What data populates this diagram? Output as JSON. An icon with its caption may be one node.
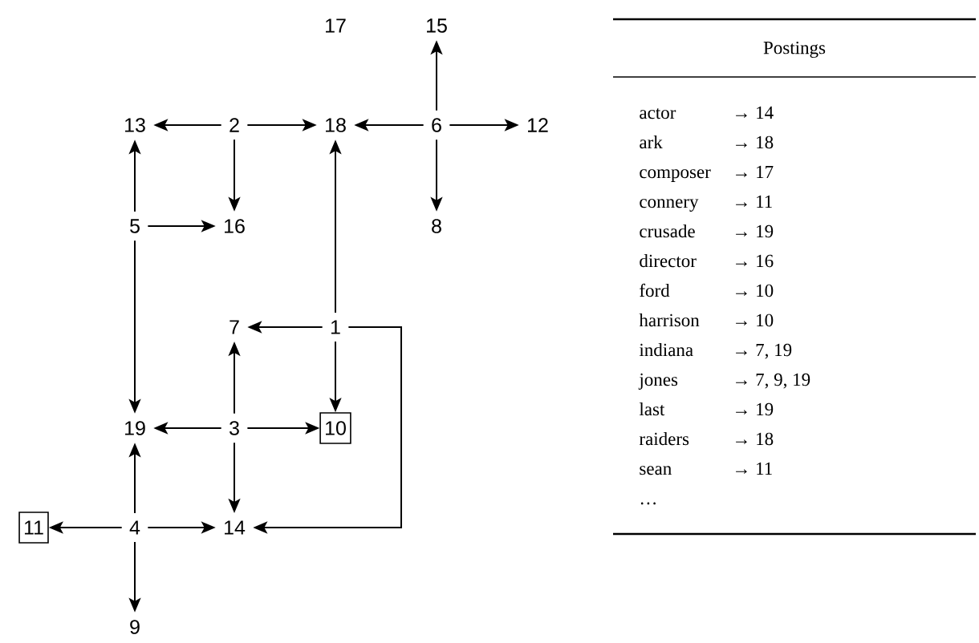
{
  "diagram": {
    "nodes": [
      {
        "text": [
          "17"
        ]
      },
      {
        "text": [
          "15"
        ]
      },
      {
        "text": [
          "13"
        ]
      },
      {
        "text": [
          "2"
        ]
      },
      {
        "text": [
          "18"
        ]
      },
      {
        "text": [
          "6"
        ]
      },
      {
        "text": [
          "12"
        ]
      },
      {
        "text": [
          "5"
        ]
      },
      {
        "text": [
          "16"
        ]
      },
      {
        "text": [
          "8"
        ]
      },
      {
        "text": [
          "7"
        ]
      },
      {
        "text": [
          "1"
        ]
      },
      {
        "text": [
          "19"
        ]
      },
      {
        "text": [
          "3"
        ]
      },
      {
        "text": [
          "10"
        ]
      },
      {
        "text": [
          "11"
        ]
      },
      {
        "text": [
          "4"
        ]
      },
      {
        "text": [
          "14"
        ]
      },
      {
        "text": [
          "9"
        ]
      }
    ],
    "edges": [
      {
        "from": 3,
        "to": 2,
        "arrow": "to"
      },
      {
        "from": 3,
        "to": 4,
        "arrow": "to"
      },
      {
        "from": 3,
        "to": 8,
        "arrow": "to"
      },
      {
        "from": 5,
        "to": 4,
        "arrow": "to"
      },
      {
        "from": 5,
        "to": 1,
        "arrow": "to"
      },
      {
        "from": 5,
        "to": 6,
        "arrow": "to"
      },
      {
        "from": 5,
        "to": 9,
        "arrow": "to"
      },
      {
        "from": 7,
        "to": 2,
        "arrow": "to"
      },
      {
        "from": 7,
        "to": 8,
        "arrow": "to"
      },
      {
        "from": 7,
        "to": 12,
        "arrow": "to"
      },
      {
        "from": 11,
        "to": 4,
        "arrow": "to"
      },
      {
        "from": 11,
        "to": 10,
        "arrow": "to"
      },
      {
        "from": 11,
        "to": 14,
        "arrow": "to"
      },
      {
        "from": 11,
        "to": 17,
        "arrow": "to"
      },
      {
        "from": 13,
        "to": 10,
        "arrow": "to"
      },
      {
        "from": 13,
        "to": 12,
        "arrow": "to"
      },
      {
        "from": 13,
        "to": 14,
        "arrow": "to"
      },
      {
        "from": 13,
        "to": 17,
        "arrow": "to"
      },
      {
        "from": 16,
        "to": 12,
        "arrow": "to"
      },
      {
        "from": 16,
        "to": 15,
        "arrow": "to"
      },
      {
        "from": 16,
        "to": 17,
        "arrow": "to"
      },
      {
        "from": 16,
        "to": 18,
        "arrow": "to"
      }
    ],
    "labels": [
      "Postings",
      "actor",
      "→ 14",
      "ark",
      "→ 18",
      "composer",
      "→ 17",
      "connery",
      "→ 11",
      "crusade",
      "→ 19",
      "director",
      "→ 16",
      "ford",
      "→ 10",
      "harrison",
      "→ 10",
      "indiana",
      "→ 7, 19",
      "jones",
      "→ 7, 9, 19",
      "last",
      "→ 19",
      "raiders",
      "→ 18",
      "sean",
      "→ 11",
      "…"
    ]
  }
}
